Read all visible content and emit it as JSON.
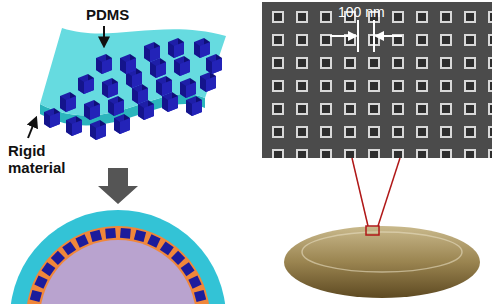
{
  "diagram": {
    "labels": [
      "PDMS",
      "Rigid material",
      "100 nm"
    ]
  }
}
